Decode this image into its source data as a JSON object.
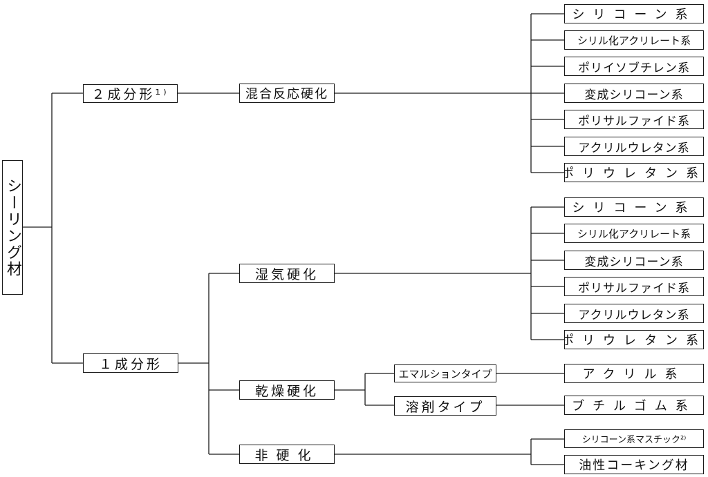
{
  "root": {
    "label": "シーリング材"
  },
  "level1": [
    {
      "label": "２成分形¹⁾"
    },
    {
      "label": "１成分形"
    }
  ],
  "level2": [
    {
      "label": "混合反応硬化"
    },
    {
      "label": "湿気硬化"
    },
    {
      "label": "乾燥硬化"
    },
    {
      "label": "非硬化"
    }
  ],
  "level3": [
    {
      "label": "エマルションタイプ"
    },
    {
      "label": "溶剤タイプ"
    }
  ],
  "group_mix": [
    "シリコーン系",
    "シリル化アクリレート系",
    "ポリイソブチレン系",
    "変成シリコーン系",
    "ポリサルファイド系",
    "アクリルウレタン系",
    "ポリウレタン系"
  ],
  "group_moist": [
    "シリコーン系",
    "シリル化アクリレート系",
    "変成シリコーン系",
    "ポリサルファイド系",
    "アクリルウレタン系",
    "ポリウレタン系"
  ],
  "dry_leaves": [
    "アクリル系",
    "ブチルゴム系"
  ],
  "nonset_leaves": [
    "シリコーン系マスチック²⁾",
    "油性コーキング材"
  ]
}
